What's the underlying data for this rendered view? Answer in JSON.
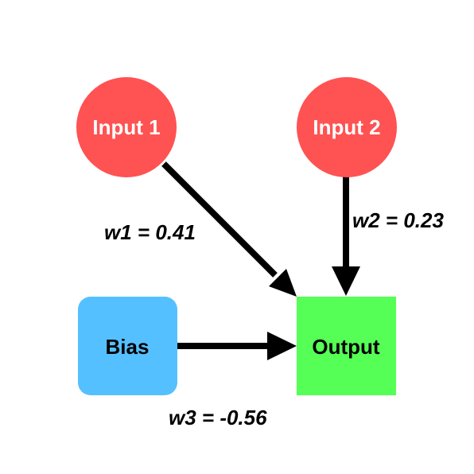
{
  "nodes": {
    "input1": {
      "label": "Input 1",
      "color": "#FF5252",
      "text_color": "#FFFFFF"
    },
    "input2": {
      "label": "Input 2",
      "color": "#FF5252",
      "text_color": "#FFFFFF"
    },
    "bias": {
      "label": "Bias",
      "color": "#55C0FF",
      "text_color": "#000000"
    },
    "output": {
      "label": "Output",
      "color": "#55FF55",
      "text_color": "#000000"
    }
  },
  "edges": {
    "w1": {
      "label": "w1 = 0.41"
    },
    "w2": {
      "label": "w2 = 0.23"
    },
    "w3": {
      "label": "w3 = -0.56"
    }
  },
  "colors": {
    "edge": "#000000"
  }
}
